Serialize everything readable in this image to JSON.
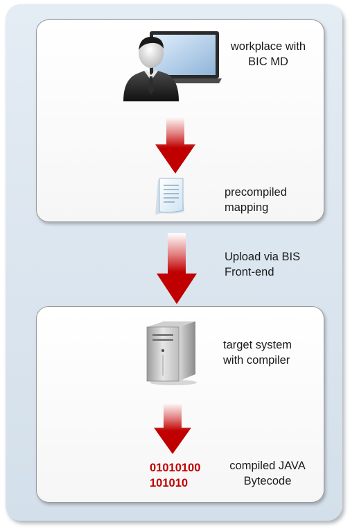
{
  "labels": {
    "workplace": "workplace with\nBIC MD",
    "mapping": "precompiled\nmapping",
    "upload": "Upload via BIS\nFront-end",
    "target": "target system\nwith compiler",
    "compiled": "compiled JAVA\nBytecode"
  },
  "bytecode": {
    "line1": "01010100",
    "line2": "101010"
  },
  "colors": {
    "arrow": "#c00000",
    "bytecode": "#c00000",
    "background_panel": "#dce6f0"
  },
  "icons": {
    "workplace": "user-at-laptop-icon",
    "mapping": "document-icon",
    "target": "server-tower-icon",
    "arrows": "down-arrow-icon"
  }
}
